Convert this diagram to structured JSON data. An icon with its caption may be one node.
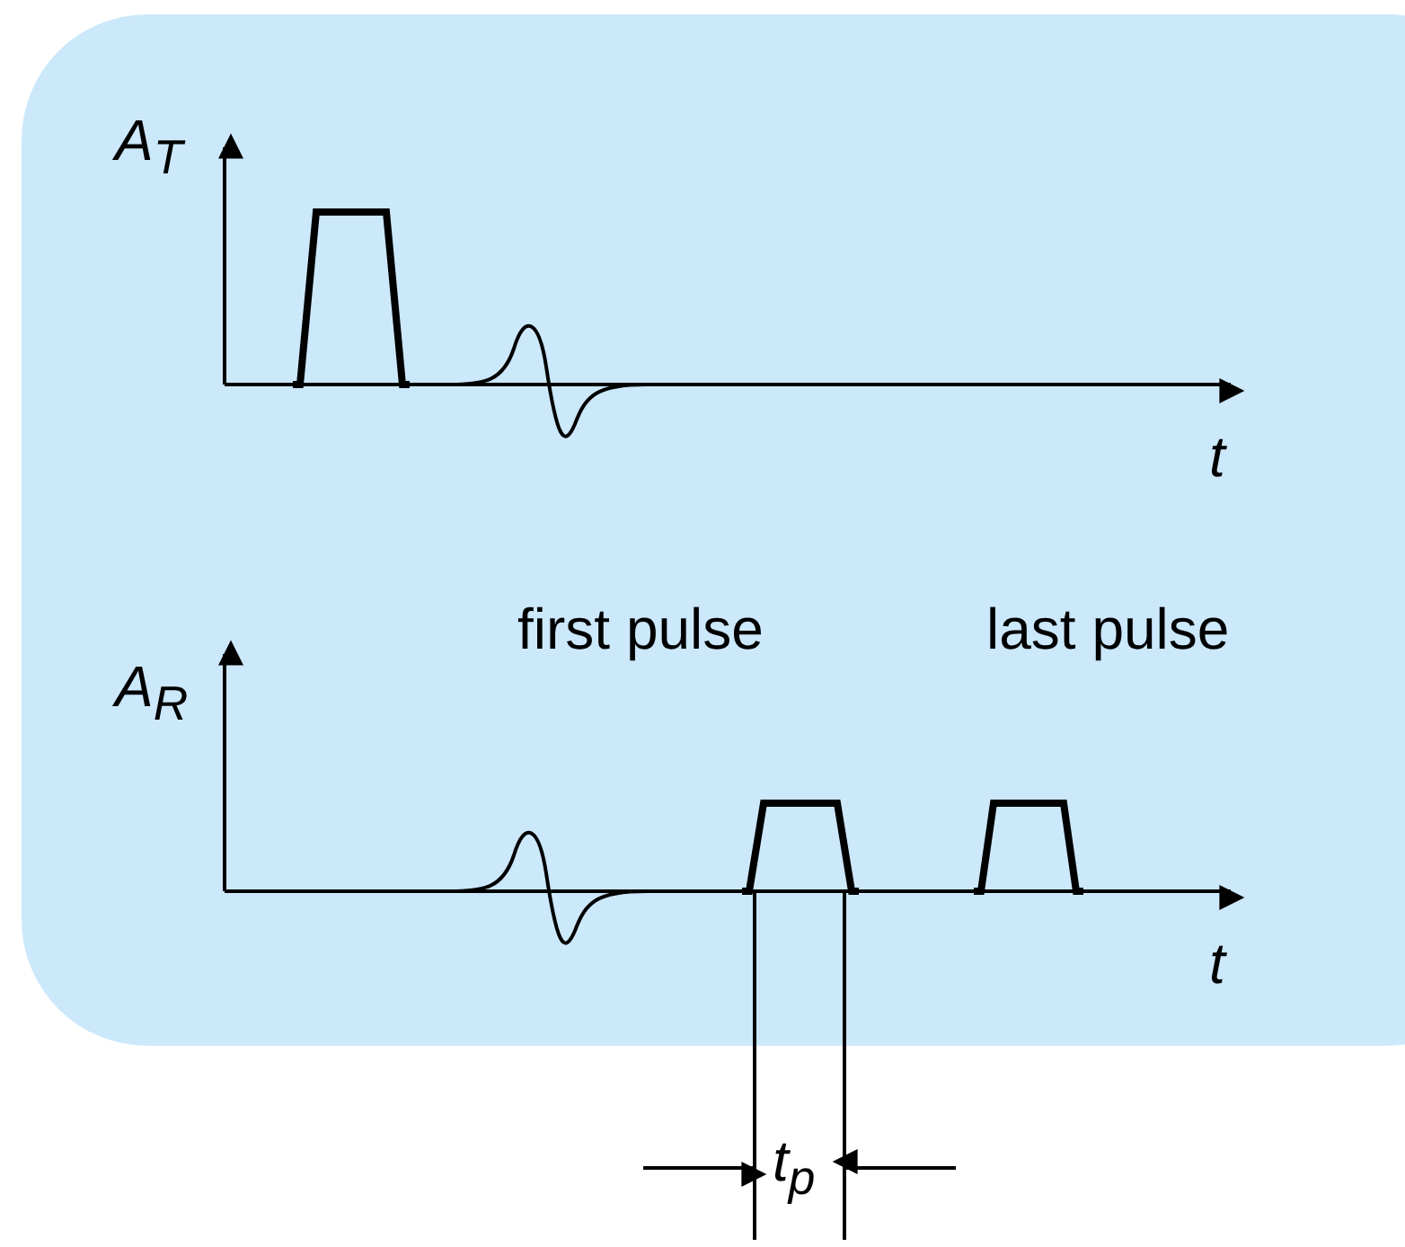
{
  "diagram": {
    "labels": [
      "A$_{T}$",
      "t",
      "first pulse",
      "last pulse",
      "A$_{R}$",
      "t",
      "t$_{p}$"
    ]
  }
}
